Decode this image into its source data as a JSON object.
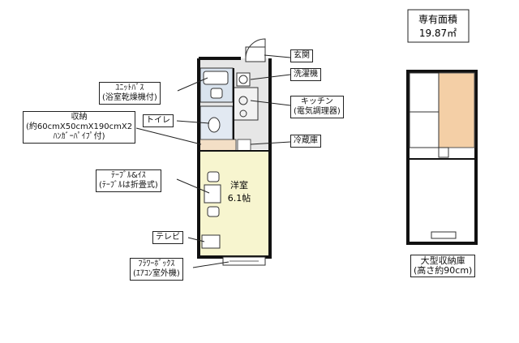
{
  "area_box": {
    "title": "専有面積",
    "value": "19.87㎡"
  },
  "labels": {
    "genkan": "玄関",
    "sentakuki": "洗濯機",
    "kitchen": "キッチン",
    "kitchen_note": "(電気調理器)",
    "reizouko": "冷蔵庫",
    "unitbath": "ﾕﾆｯﾄﾊﾞｽ",
    "unitbath_note": "(浴室乾燥機付)",
    "shuno": "収納",
    "shuno_note1": "(約60cmX50cmX190cmX2",
    "shuno_note2": "ﾊﾝｶﾞｰﾊﾟｲﾌﾟ付)",
    "toilet": "トイレ",
    "table": "ﾃｰﾌﾞﾙ&ｲｽ",
    "table_note": "(ﾃｰﾌﾞﾙは折畳式)",
    "tv": "テレビ",
    "flowerbox": "ﾌﾗﾜｰﾎﾞｯｸｽ",
    "flowerbox_note": "(ｴｱｺﾝ室外機)"
  },
  "room": {
    "name": "洋室",
    "size": "6.1帖"
  },
  "loft": {
    "name": "大型収納庫",
    "note": "(高さ約90cm)"
  },
  "colors": {
    "room_fill": "#f7f5cf",
    "wall": "#111111",
    "loft_fill": "#f4cfa6",
    "floor_grey": "#e4e4e4",
    "kitchen_blue": "#dfe7f0"
  }
}
